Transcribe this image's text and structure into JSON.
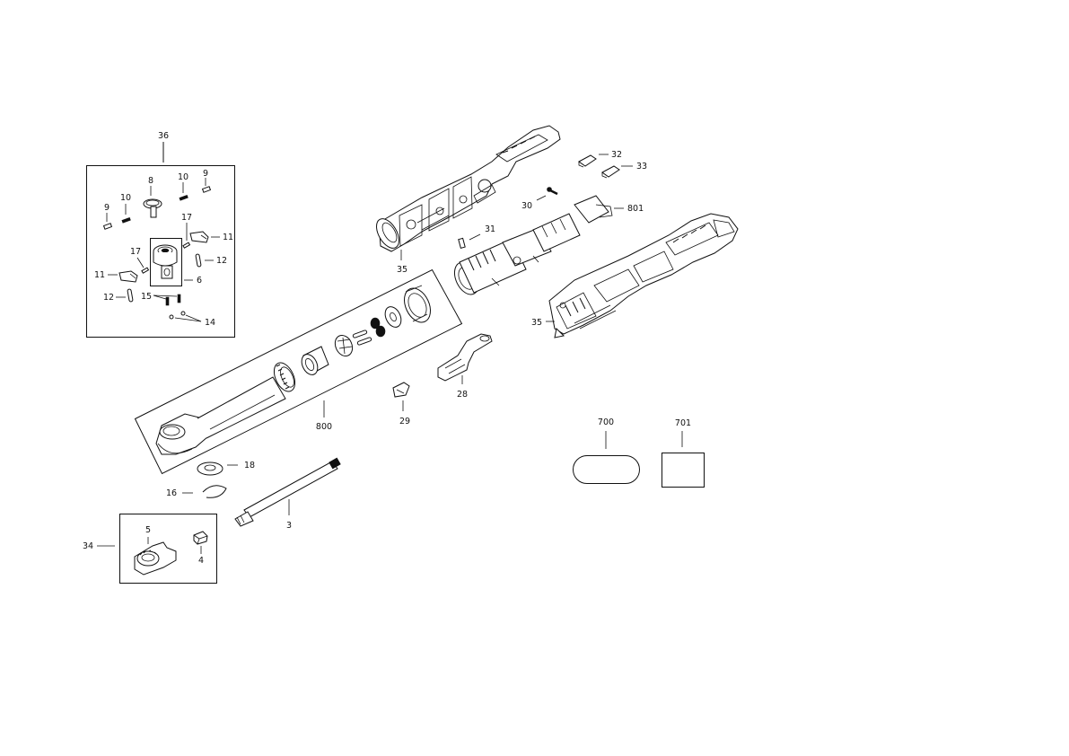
{
  "callouts": {
    "c36": "36",
    "c8": "8",
    "c10a": "10",
    "c9a": "9",
    "c10b": "10",
    "c9b": "9",
    "c17a": "17",
    "c11a": "11",
    "c17b": "17",
    "c12a": "12",
    "c11b": "11",
    "c6": "6",
    "c12b": "12",
    "c15": "15",
    "c14": "14",
    "c35a": "35",
    "c31": "31",
    "c30": "30",
    "c32": "32",
    "c33": "33",
    "c801": "801",
    "c35b": "35",
    "c800": "800",
    "c28": "28",
    "c29": "29",
    "c18": "18",
    "c16": "16",
    "c3": "3",
    "c34": "34",
    "c5": "5",
    "c4": "4",
    "c700": "700",
    "c701": "701"
  }
}
